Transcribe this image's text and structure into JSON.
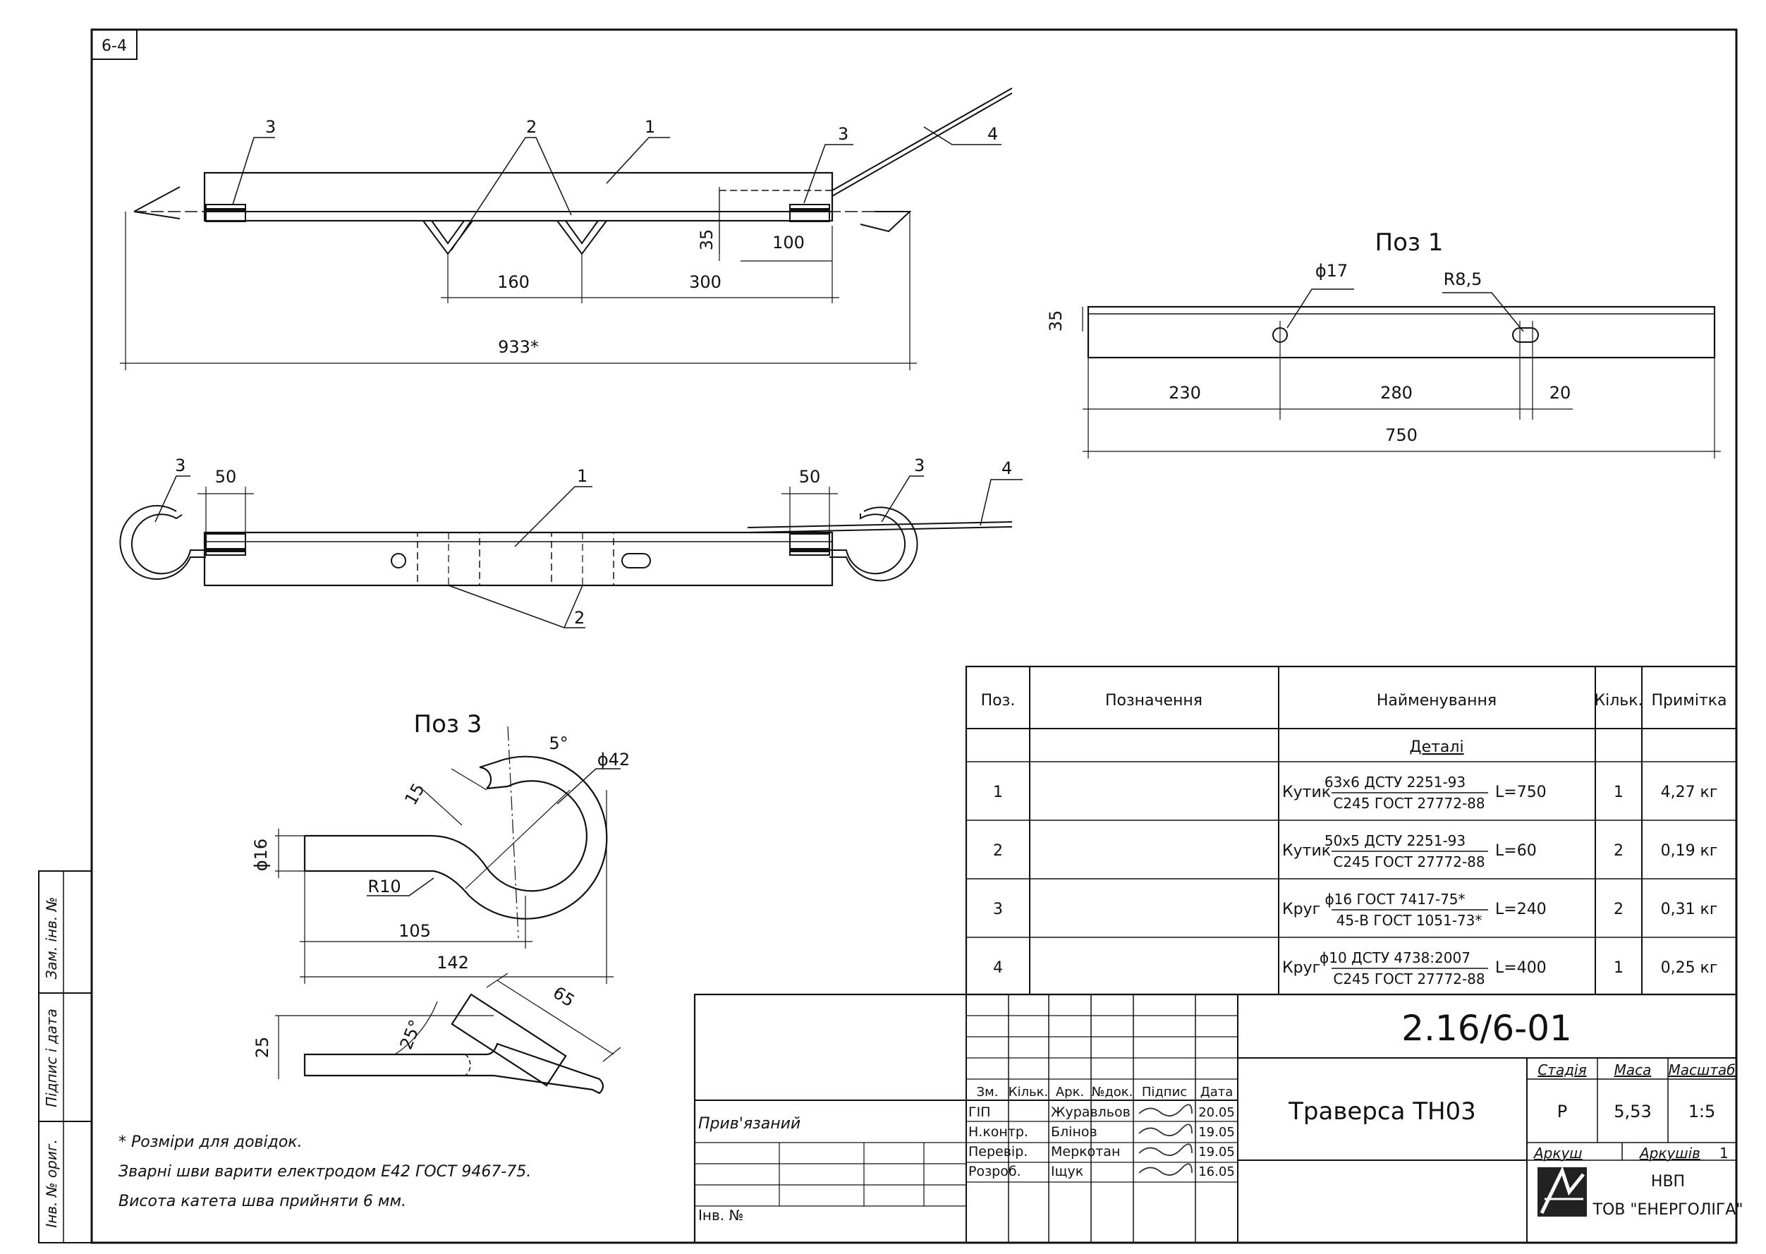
{
  "sheet_tag": "6-4",
  "side_stamp": {
    "zam_inv": "Зам. інв. №",
    "pidpys_data": "Підпис і дата",
    "inv_orig": "Інв. № ориг."
  },
  "main_views": {
    "top_view": {
      "callouts": [
        "3",
        "2",
        "1",
        "3",
        "4"
      ],
      "dims": {
        "d35": "35",
        "d100": "100",
        "d160": "160",
        "d300": "300",
        "d933": "933*"
      }
    },
    "plan_view": {
      "callouts": [
        "3",
        "1",
        "3",
        "4",
        "2"
      ],
      "dims": {
        "d50_left": "50",
        "d50_right": "50"
      }
    }
  },
  "poz1": {
    "title": "Поз 1",
    "dims": {
      "d17": "ϕ17",
      "r85": "R8,5",
      "d35": "35",
      "d230": "230",
      "d280": "280",
      "d20": "20",
      "d750": "750"
    }
  },
  "poz3": {
    "title": "Поз 3",
    "dims": {
      "a5": "5°",
      "d42": "ϕ42",
      "d15": "15",
      "r10": "R10",
      "d16": "ϕ16",
      "d105": "105",
      "d142": "142",
      "d25": "25",
      "a25": "25°",
      "d65": "65"
    }
  },
  "notes": [
    "* Розміри для довідок.",
    "Зварні шви варити електродом Е42 ГОСТ 9467-75.",
    "Висота катета шва прийняти 6 мм."
  ],
  "spec": {
    "headers": {
      "poz": "Поз.",
      "designation": "Позначення",
      "name": "Найменування",
      "qty": "Кільк.",
      "note": "Примітка"
    },
    "section": "Деталі",
    "rows": [
      {
        "poz": "1",
        "prefix": "Кутик",
        "top": "63x6 ДСТУ 2251-93",
        "bottom": "С245 ГОСТ 27772-88",
        "len": "L=750",
        "qty": "1",
        "note": "4,27 кг"
      },
      {
        "poz": "2",
        "prefix": "Кутик",
        "top": "50x5 ДСТУ 2251-93",
        "bottom": "С245 ГОСТ 27772-88",
        "len": "L=60",
        "qty": "2",
        "note": "0,19 кг"
      },
      {
        "poz": "3",
        "prefix": "Круг",
        "top": "ϕ16 ГОСТ 7417-75*",
        "bottom": "45-В ГОСТ 1051-73*",
        "len": "L=240",
        "qty": "2",
        "note": "0,31 кг"
      },
      {
        "poz": "4",
        "prefix": "Круг",
        "top": "ϕ10 ДСТУ 4738:2007",
        "bottom": "С245 ГОСТ 27772-88",
        "len": "L=400",
        "qty": "1",
        "note": "0,25 кг"
      }
    ]
  },
  "title_block": {
    "doc_number": "2.16/6-01",
    "title": "Траверса ТН03",
    "rev_headers": {
      "zm": "Зм.",
      "kilk": "Кільк.",
      "ark": "Арк.",
      "ndok": "№док.",
      "pidpys": "Підпис",
      "data": "Дата"
    },
    "people": [
      {
        "role": "ГІП",
        "name": "Журавльов",
        "date": "20.05"
      },
      {
        "role": "Н.контр.",
        "name": "Блінов",
        "date": "19.05"
      },
      {
        "role": "Перевір.",
        "name": "Меркотан",
        "date": "19.05"
      },
      {
        "role": "Розроб.",
        "name": "Іщук",
        "date": "16.05"
      }
    ],
    "stage_label": "Стадія",
    "stage_value": "Р",
    "mass_label": "Маса",
    "mass_value": "5,53",
    "scale_label": "Масштаб",
    "scale_value": "1:5",
    "sheet_label": "Аркуш",
    "sheets_label": "Аркушів",
    "sheets_value": "1",
    "org_line1": "НВП",
    "org_line2": "ТОВ \"ЕНЕРГОЛІГА\"",
    "pryvyazanyi": "Прив'язаний",
    "inv_no": "Інв. №"
  }
}
